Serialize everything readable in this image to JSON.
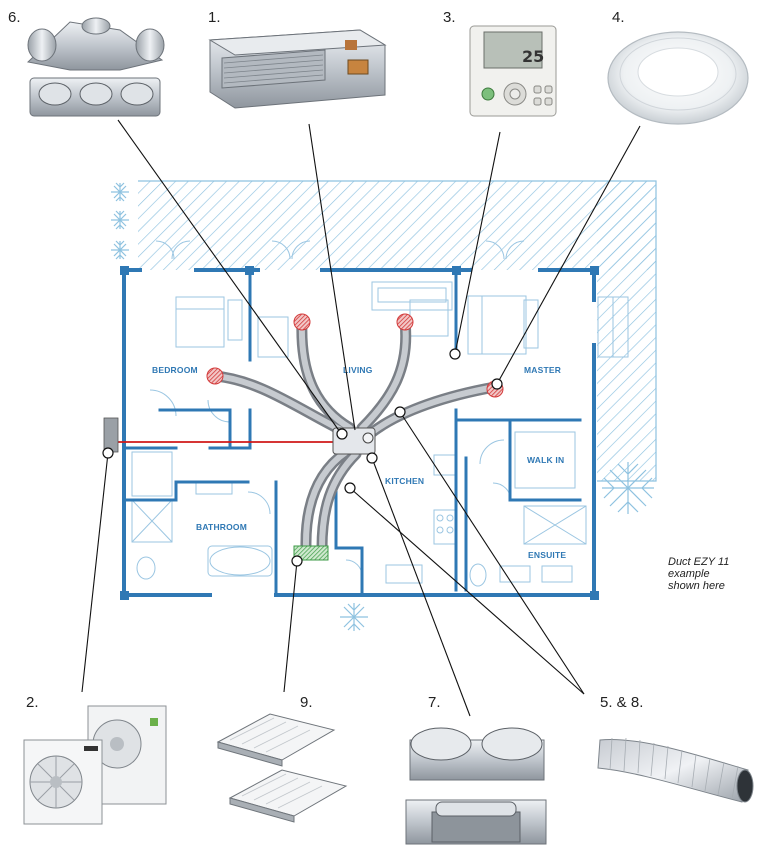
{
  "components": [
    {
      "number": "1.",
      "name": "ducted-indoor-unit"
    },
    {
      "number": "2.",
      "name": "outdoor-unit"
    },
    {
      "number": "3.",
      "name": "wall-controller"
    },
    {
      "number": "4.",
      "name": "round-ceiling-diffuser"
    },
    {
      "number": "5. & 8.",
      "name": "flexible-duct"
    },
    {
      "number": "6.",
      "name": "plenum-spigot-box"
    },
    {
      "number": "7.",
      "name": "spigot-adaptors"
    },
    {
      "number": "9.",
      "name": "return-air-grilles"
    }
  ],
  "controller": {
    "display": "25"
  },
  "rooms": {
    "bedroom": "BEDROOM",
    "living": "LIVING",
    "master": "MASTER",
    "walk_in": "WALK IN",
    "kitchen": "KITCHEN",
    "bathroom": "BATHROOM",
    "ensuite": "ENSUITE"
  },
  "note": {
    "line1": "Duct EZY 11",
    "line2": "example",
    "line3": "shown here"
  },
  "colors": {
    "wall": "#2f78b4",
    "deck_hatch": "#8ec2e0",
    "supply_outlet": "#d33a3a",
    "refrigerant_line": "#d01818",
    "return_grille": "#3b9a45",
    "leader_line": "#111111"
  }
}
